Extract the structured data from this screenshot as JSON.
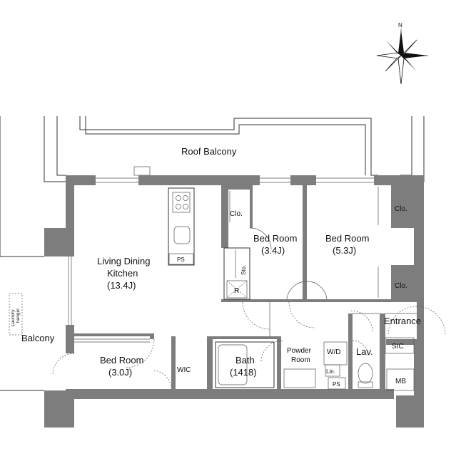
{
  "compass": {
    "north": "N"
  },
  "labels": {
    "roof_balcony": "Roof Balcony",
    "ldk_name_1": "Living Dining",
    "ldk_name_2": "Kitchen",
    "ldk_size": "(13.4J)",
    "ps_kitchen": "PS",
    "bed1_name": "Bed Room",
    "bed1_size": "(3.4J)",
    "bed2_name": "Bed Room",
    "bed2_size": "(5.3J)",
    "bed3_name": "Bed Room",
    "bed3_size": "(3.0J)",
    "clo_bed1": "Clo.",
    "clo_bed2_top": "Clo.",
    "clo_bed2_bottom": "Clo.",
    "sto": "Sto.",
    "r": "R",
    "laundry_1": "Laundry",
    "laundry_2": "hanger",
    "balcony": "Balcony",
    "wic": "WIC",
    "bath_name": "Bath",
    "bath_size": "(1418)",
    "powder_1": "Powder",
    "powder_2": "Room",
    "wd": "W/D",
    "lin": "Lin.",
    "ps_powder": "PS",
    "lav": "Lav.",
    "entrance": "Entrance",
    "sic": "SIC",
    "mb": "MB"
  }
}
